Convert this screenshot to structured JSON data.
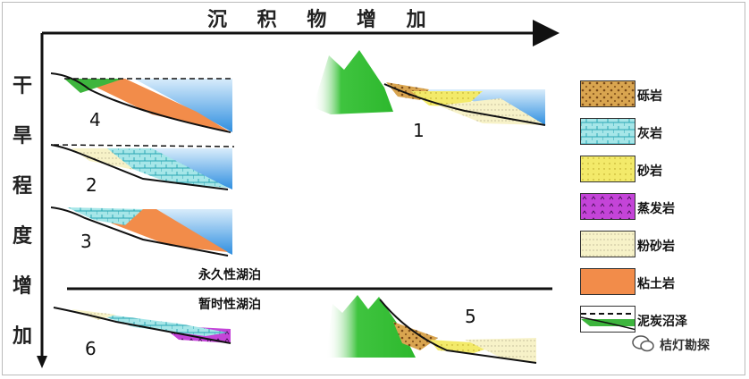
{
  "title": "沉 积 物 增 加",
  "vertical_label": [
    "干",
    "旱",
    "程",
    "度",
    "增",
    "加"
  ],
  "lake_labels": {
    "permanent": "永久性湖泊",
    "temporary": "暂时性湖泊"
  },
  "section_numbers": [
    "4",
    "1",
    "2",
    "3",
    "5",
    "6"
  ],
  "legend": [
    {
      "label": "砾岩",
      "color": "#d9a550"
    },
    {
      "label": "灰岩",
      "color": "#9fe3e6"
    },
    {
      "label": "砂岩",
      "color": "#f3ea6a"
    },
    {
      "label": "蒸发岩",
      "color": "#c444d8"
    },
    {
      "label": "粉砂岩",
      "color": "#f7f2c8"
    },
    {
      "label": "粘土岩",
      "color": "#f28c4a"
    },
    {
      "label": "泥炭沼泽",
      "color": "#3db53d"
    }
  ],
  "colors": {
    "water": "#4a9ee6",
    "mountain": "#3fc43f",
    "line": "#111111"
  },
  "watermark": "桔灯勘探"
}
